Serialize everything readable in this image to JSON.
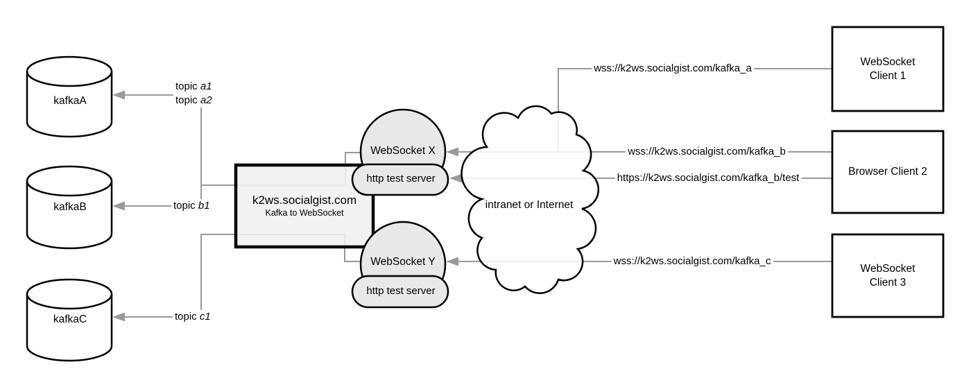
{
  "colors": {
    "edge": "#999999",
    "node_fill": "#e8e8e8",
    "server_fill": "#f0f0f0",
    "shape_stroke": "#000000",
    "background": "#ffffff"
  },
  "kafka": [
    {
      "label": "kafkaA"
    },
    {
      "label": "kafkaB"
    },
    {
      "label": "kafkaC"
    }
  ],
  "server": {
    "title": "k2ws.socialgist.com",
    "subtitle": "Kafka to WebSocket"
  },
  "ws_nodes": [
    {
      "label": "WebSocket X",
      "http_label": "http test server"
    },
    {
      "label": "WebSocket Y",
      "http_label": "http test server"
    }
  ],
  "cloud": {
    "label": "intranet or Internet"
  },
  "clients": [
    {
      "lines": [
        "WebSocket",
        "Client 1"
      ]
    },
    {
      "lines": [
        "Browser Client 2"
      ]
    },
    {
      "lines": [
        "WebSocket",
        "Client 3"
      ]
    }
  ],
  "topic_labels": {
    "a1": {
      "prefix": "topic ",
      "topic": "a1"
    },
    "a2": {
      "prefix": "topic ",
      "topic": "a2"
    },
    "b1": {
      "prefix": "topic ",
      "topic": "b1"
    },
    "c1": {
      "prefix": "topic ",
      "topic": "c1"
    }
  },
  "urls": {
    "kafka_a": "wss://k2ws.socialgist.com/kafka_a",
    "kafka_b": "wss://k2ws.socialgist.com/kafka_b",
    "kafka_b_test": "https://k2ws.socialgist.com/kafka_b/test",
    "kafka_c": "wss://k2ws.socialgist.com/kafka_c"
  }
}
